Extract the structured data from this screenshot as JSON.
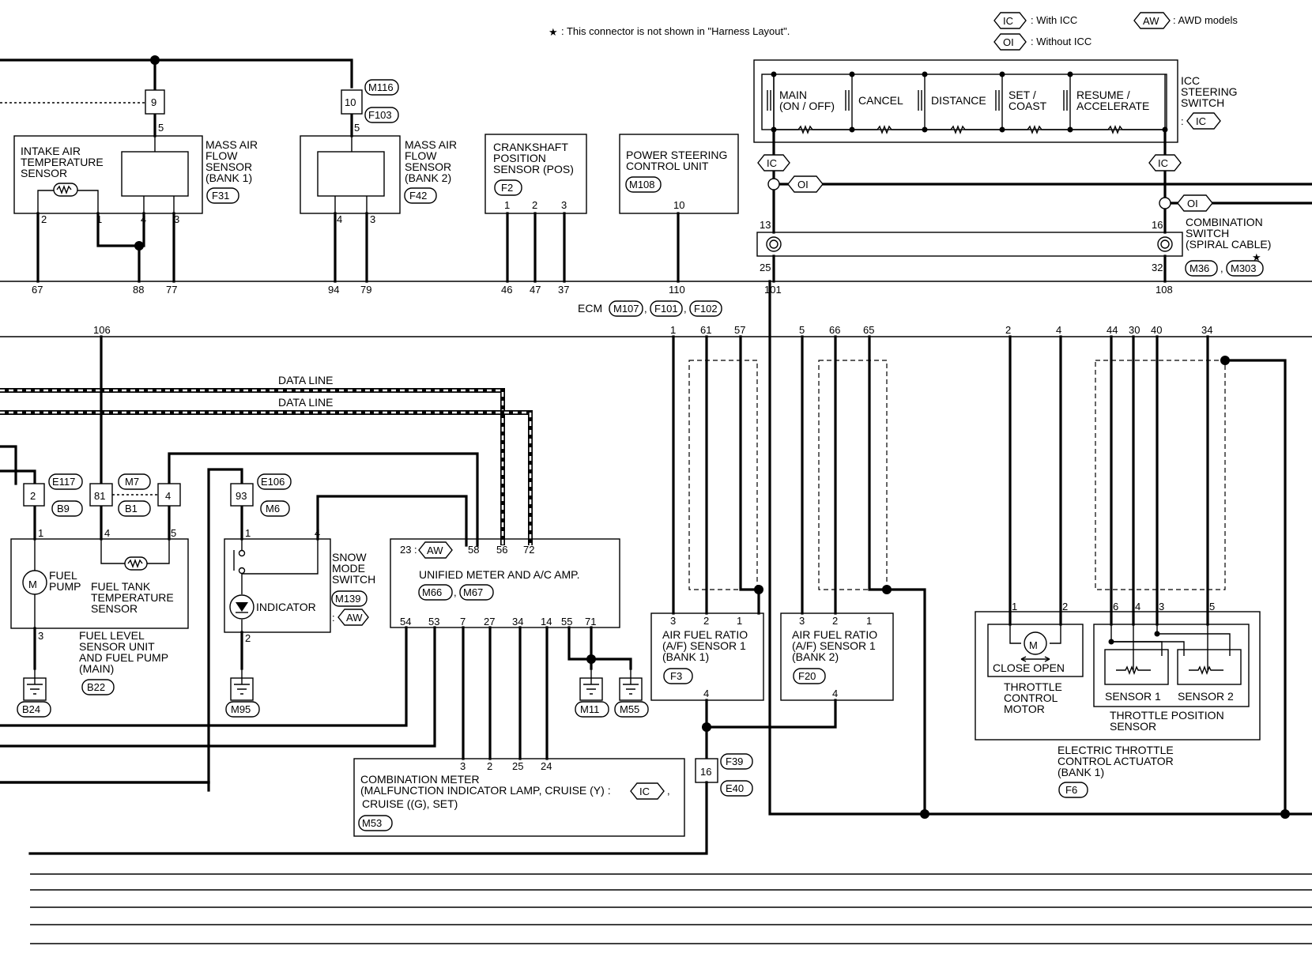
{
  "legend": {
    "note_star": "★",
    "note": ": This connector is not shown in \"Harness Layout\".",
    "ic_tag": "IC",
    "ic_text": ": With ICC",
    "oi_tag": "OI",
    "oi_text": ": Without ICC",
    "aw_tag": "AW",
    "aw_text": ": AWD models"
  },
  "ecm": {
    "label": "ECM",
    "connectors": [
      "M107",
      "F101",
      "F102"
    ],
    "upper_pins": [
      "67",
      "88",
      "77",
      "94",
      "79",
      "46",
      "47",
      "37",
      "110",
      "101",
      "108"
    ],
    "lower_pins": [
      "106",
      "1",
      "61",
      "57",
      "5",
      "66",
      "65",
      "2",
      "4",
      "44",
      "30",
      "40",
      "34"
    ]
  },
  "intake_air_temp": {
    "lines": [
      "INTAKE AIR",
      "TEMPERATURE",
      "SENSOR"
    ]
  },
  "maf1": {
    "lines": [
      "MASS AIR",
      "FLOW",
      "SENSOR",
      "(BANK 1)"
    ],
    "connector": "F31",
    "junction_pin": "9",
    "pins": [
      "5",
      "2",
      "1",
      "4",
      "3"
    ]
  },
  "maf2": {
    "lines": [
      "MASS AIR",
      "FLOW",
      "SENSOR",
      "(BANK 2)"
    ],
    "connector": "F42",
    "junction_pin": "10",
    "junction_connectors": [
      "M116",
      "F103"
    ],
    "pins": [
      "5",
      "4",
      "3"
    ]
  },
  "ckp": {
    "lines": [
      "CRANKSHAFT",
      "POSITION",
      "SENSOR (POS)"
    ],
    "connector": "F2",
    "pins": [
      "1",
      "2",
      "3"
    ]
  },
  "pscu": {
    "lines": [
      "POWER STEERING",
      "CONTROL UNIT"
    ],
    "connector": "M108",
    "pin": "10"
  },
  "icc_switch": {
    "lines": [
      "ICC",
      "STEERING",
      "SWITCH"
    ],
    "tag": "IC",
    "buttons": [
      {
        "l1": "MAIN",
        "l2": "(ON / OFF)"
      },
      {
        "l1": "CANCEL",
        "l2": ""
      },
      {
        "l1": "DISTANCE",
        "l2": ""
      },
      {
        "l1": "SET /",
        "l2": "COAST"
      },
      {
        "l1": "RESUME /",
        "l2": "ACCELERATE"
      }
    ]
  },
  "combo_switch": {
    "lines": [
      "COMBINATION",
      "SWITCH",
      "(SPIRAL CABLE)"
    ],
    "connectors": [
      "M36",
      "M303"
    ],
    "star": "★",
    "pins": [
      "13",
      "25",
      "16",
      "32"
    ],
    "tags": [
      "IC",
      "IC",
      "OI",
      "OI"
    ]
  },
  "data_lines": [
    "DATA LINE",
    "DATA LINE"
  ],
  "fuel": {
    "pump_lines": [
      "FUEL",
      "PUMP"
    ],
    "temp_lines": [
      "FUEL TANK",
      "TEMPERATURE",
      "SENSOR"
    ],
    "unit_lines": [
      "FUEL LEVEL",
      "SENSOR UNIT",
      "AND FUEL PUMP",
      "(MAIN)"
    ],
    "unit_connector": "B22",
    "ground": "B24",
    "motor_symbol": "M",
    "jc1": {
      "pin": "2",
      "conns": [
        "E117",
        "B9"
      ]
    },
    "jc2": {
      "pin": "81",
      "conns": [
        "M7",
        "B1"
      ],
      "pin2": "4"
    },
    "pins": [
      "1",
      "4",
      "5",
      "3"
    ]
  },
  "snow": {
    "lines": [
      "SNOW",
      "MODE",
      "SWITCH"
    ],
    "connector": "M139",
    "tag": "AW",
    "indicator": "INDICATOR",
    "jc": {
      "pin": "93",
      "conns": [
        "E106",
        "M6"
      ]
    },
    "pins": [
      "1",
      "4",
      "2"
    ],
    "ground": "M95"
  },
  "meter_amp": {
    "title": "UNIFIED METER AND A/C AMP.",
    "connectors": [
      "M66",
      "M67"
    ],
    "top_pins": [
      "23",
      "58",
      "56",
      "72"
    ],
    "top_tag": "AW",
    "bottom_pins": [
      "54",
      "53",
      "7",
      "27",
      "34",
      "14",
      "55",
      "71"
    ],
    "grounds": [
      "M11",
      "M55"
    ]
  },
  "combo_meter": {
    "line1": "COMBINATION METER",
    "line2": "(MALFUNCTION INDICATOR LAMP, CRUISE (Y) :",
    "tag": "IC",
    "line2b": ",",
    "line3": "CRUISE ((G), SET)",
    "connector": "M53",
    "pins": [
      "3",
      "2",
      "25",
      "24"
    ]
  },
  "af1": {
    "lines": [
      "AIR FUEL RATIO",
      "(A/F) SENSOR 1",
      "(BANK 1)"
    ],
    "connector": "F3",
    "pins": [
      "3",
      "2",
      "1",
      "4"
    ]
  },
  "af2": {
    "lines": [
      "AIR FUEL RATIO",
      "(A/F) SENSOR 1",
      "(BANK 2)"
    ],
    "connector": "F20",
    "pins": [
      "3",
      "2",
      "1",
      "4"
    ]
  },
  "jc16": {
    "pin": "16",
    "conns": [
      "F39",
      "E40"
    ]
  },
  "throttle": {
    "motor_lines": [
      "THROTTLE",
      "CONTROL",
      "MOTOR"
    ],
    "motor_symbol": "M",
    "close_open": "CLOSE OPEN",
    "sensor1": "SENSOR 1",
    "sensor2": "SENSOR 2",
    "tps_lines": [
      "THROTTLE POSITION",
      "SENSOR"
    ],
    "actuator_lines": [
      "ELECTRIC THROTTLE",
      "CONTROL ACTUATOR",
      "(BANK 1)"
    ],
    "connector": "F6",
    "pins": [
      "1",
      "2",
      "6",
      "4",
      "3",
      "5"
    ]
  }
}
